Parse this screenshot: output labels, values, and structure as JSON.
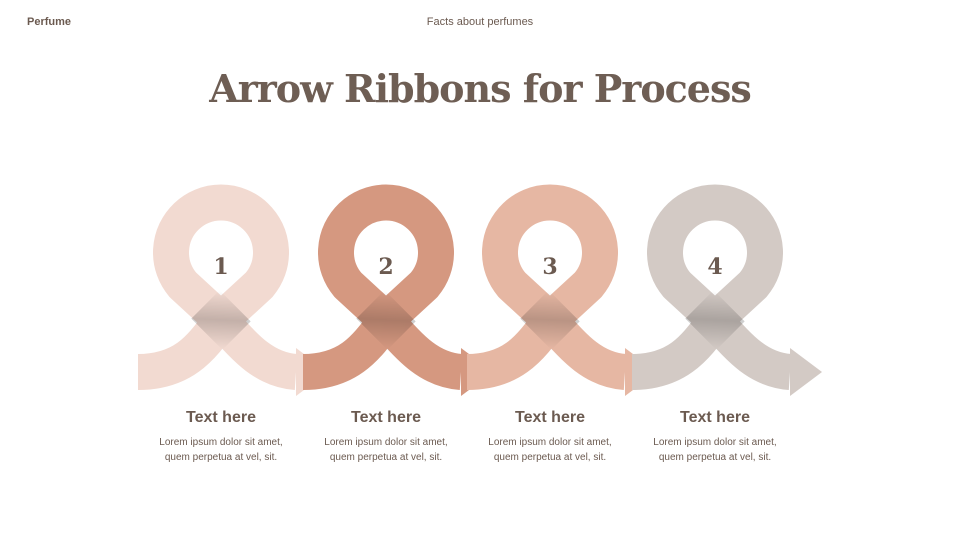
{
  "header": {
    "brand": "Perfume",
    "subtitle": "Facts about perfumes"
  },
  "title": "Arrow Ribbons for Process",
  "steps": [
    {
      "number": "1",
      "heading": "Text here",
      "body_line1": "Lorem ipsum dolor sit amet,",
      "body_line2": "quem perpetua at vel, sit.",
      "color": "#f2dad1",
      "shade": "#c7a597"
    },
    {
      "number": "2",
      "heading": "Text here",
      "body_line1": "Lorem ipsum dolor sit amet,",
      "body_line2": "quem perpetua at vel, sit.",
      "color": "#d59880",
      "shade": "#7e4f3d"
    },
    {
      "number": "3",
      "heading": "Text here",
      "body_line1": "Lorem ipsum dolor sit amet,",
      "body_line2": "quem perpetua at vel, sit.",
      "color": "#e6b7a3",
      "shade": "#a8765f"
    },
    {
      "number": "4",
      "heading": "Text here",
      "body_line1": "Lorem ipsum dolor sit amet,",
      "body_line2": "quem perpetua at vel, sit.",
      "color": "#d3cac5",
      "shade": "#5e514a"
    }
  ]
}
